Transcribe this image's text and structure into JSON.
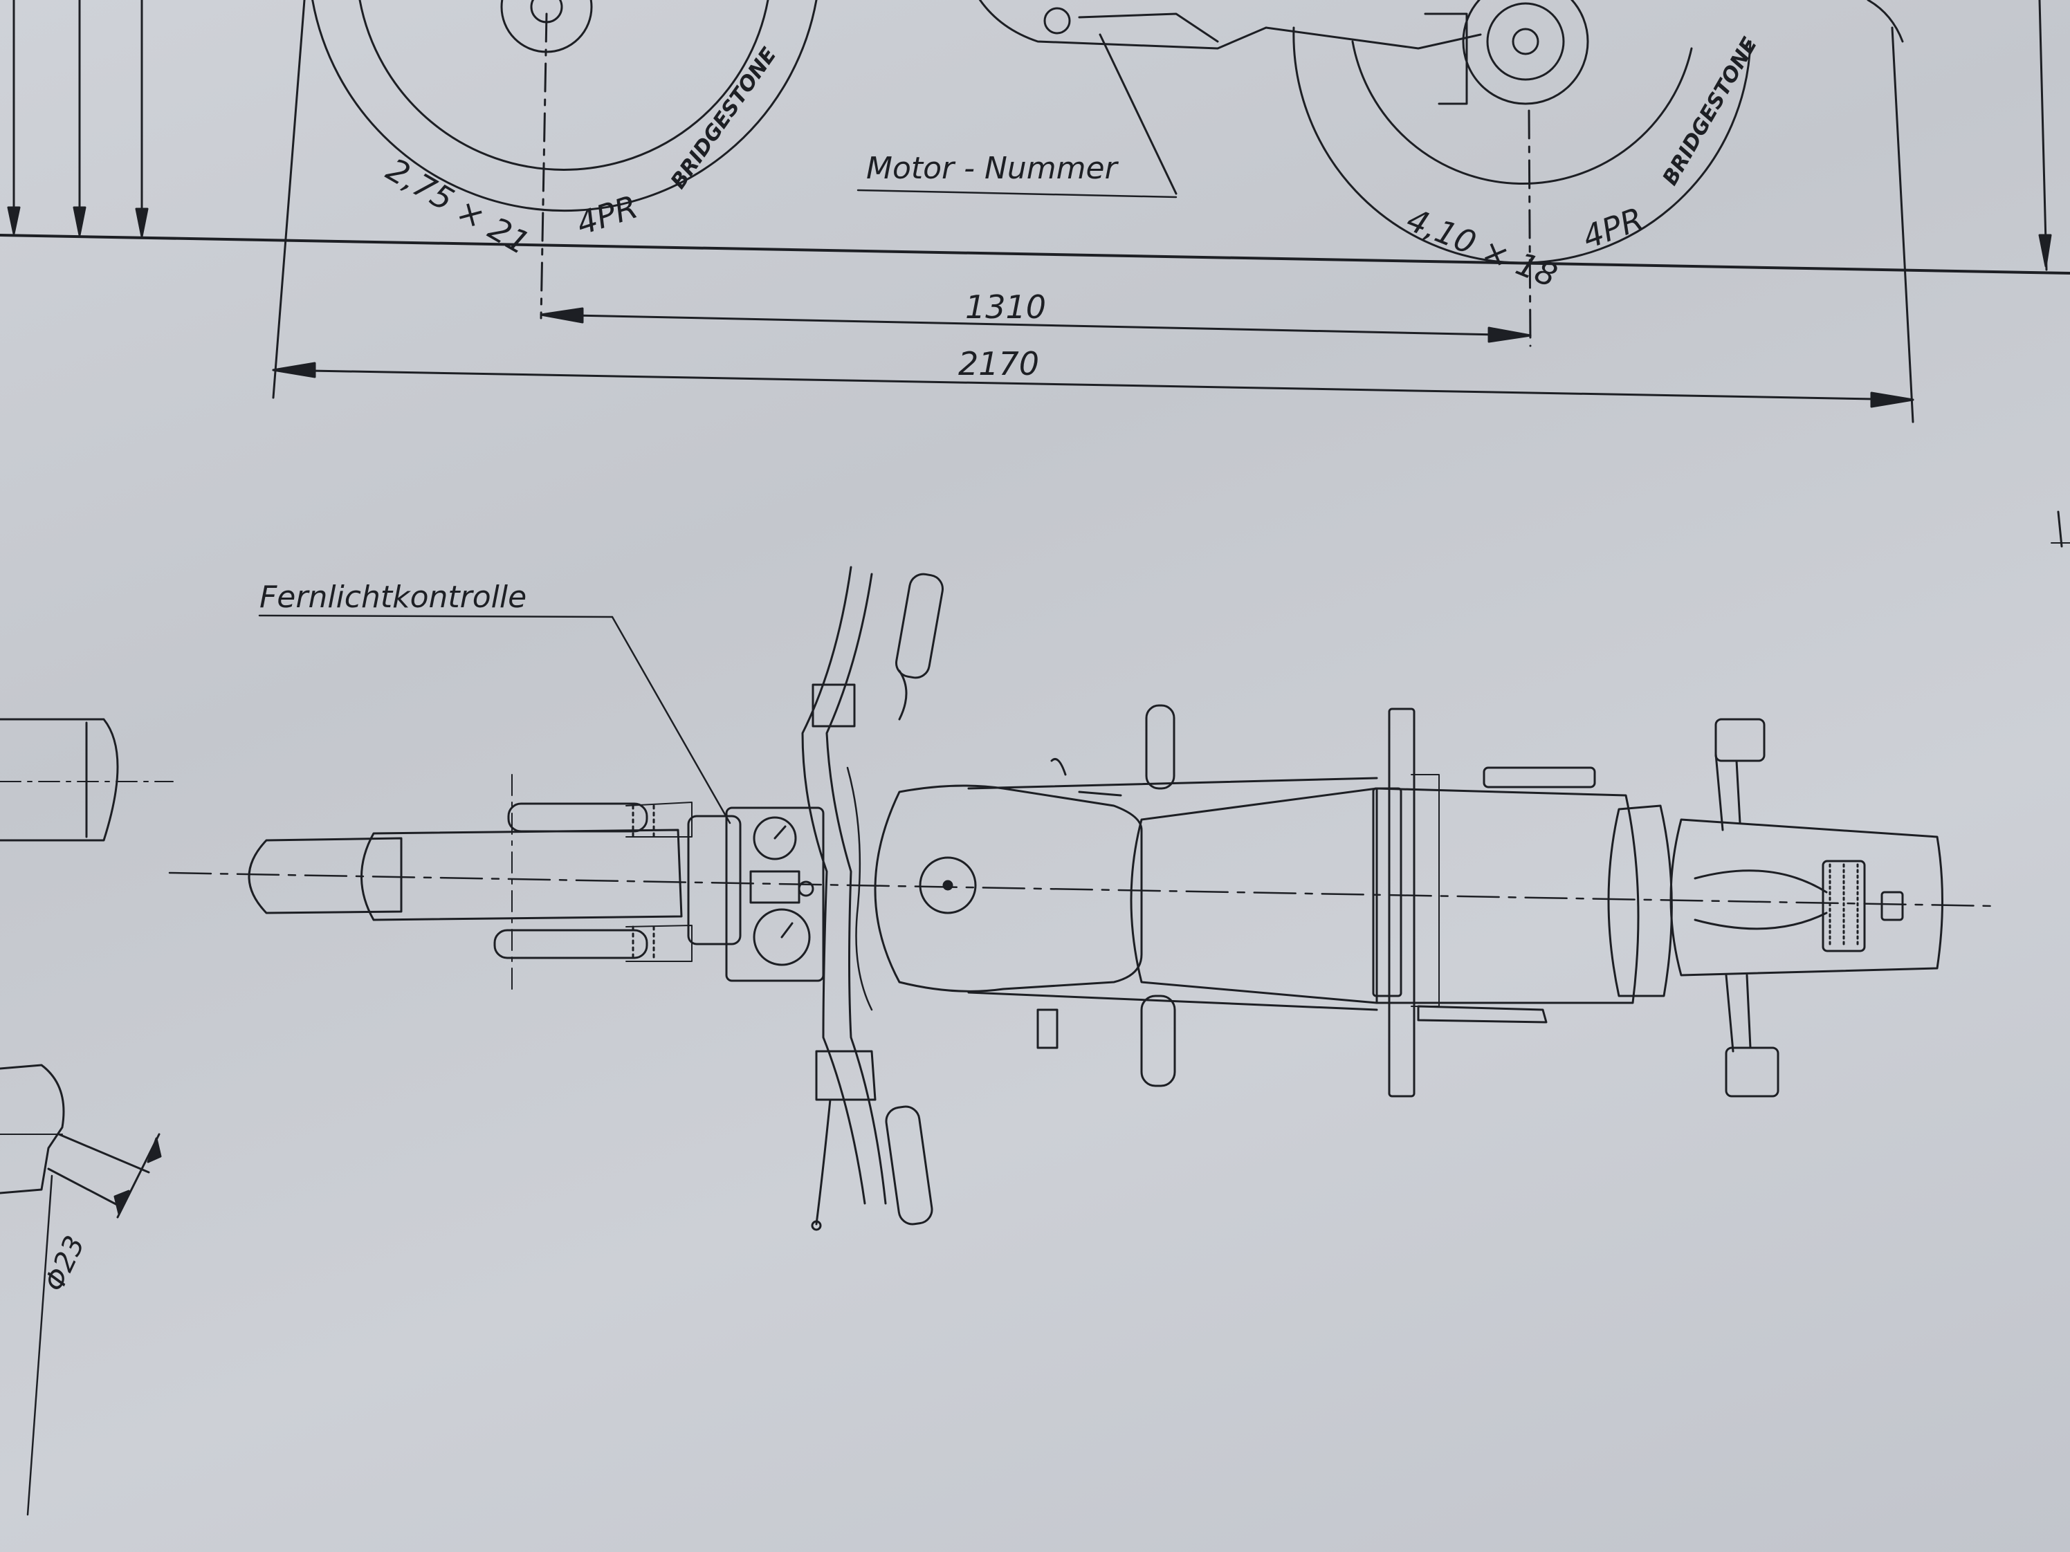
{
  "drawing": {
    "labels": {
      "motor_nummer": "Motor - Nummer",
      "fernlichtkontrolle": "Fernlichtkontrolle",
      "front_tire_size": "2,75 × 21",
      "front_tire_ply": "4PR",
      "front_tire_brand": "BRIDGESTONE",
      "rear_tire_size": "4,10 × 18",
      "rear_tire_ply": "4PR",
      "rear_tire_brand": "BRIDGESTONE",
      "dim_wheelbase": "1310",
      "dim_overall_length": "2170",
      "dim_diameter": "Φ23"
    },
    "colors": {
      "ink": "#1d1f24",
      "paper": "#c9ccd2"
    }
  }
}
